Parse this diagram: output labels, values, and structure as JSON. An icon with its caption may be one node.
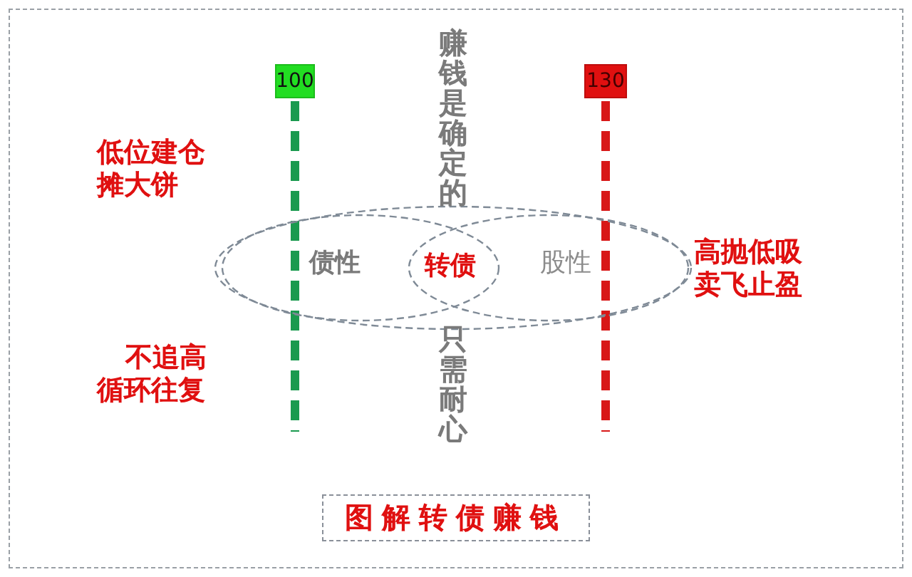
{
  "diagram": {
    "title": "图解转债赚钱",
    "nodes": [
      {
        "text": [
          "100"
        ]
      },
      {
        "text": [
          "130"
        ]
      },
      {
        "text": [],
        "shape": "ellipse"
      },
      {
        "text": [
          "债性"
        ],
        "in": 2
      },
      {
        "text": [
          "股性"
        ],
        "in": 2
      }
    ],
    "edges": [
      {
        "from": 0,
        "to": null,
        "arrow": "none",
        "style": "dashed",
        "color": "#1a9a4f"
      },
      {
        "from": 1,
        "to": null,
        "arrow": "none",
        "style": "dashed",
        "color": "#d81818"
      }
    ],
    "labels": [
      "赚钱是确定的",
      "低位建仓摊大饼",
      "高抛低吸卖飞止盈",
      "转债",
      "只需耐心",
      "不追高循环往复"
    ]
  }
}
